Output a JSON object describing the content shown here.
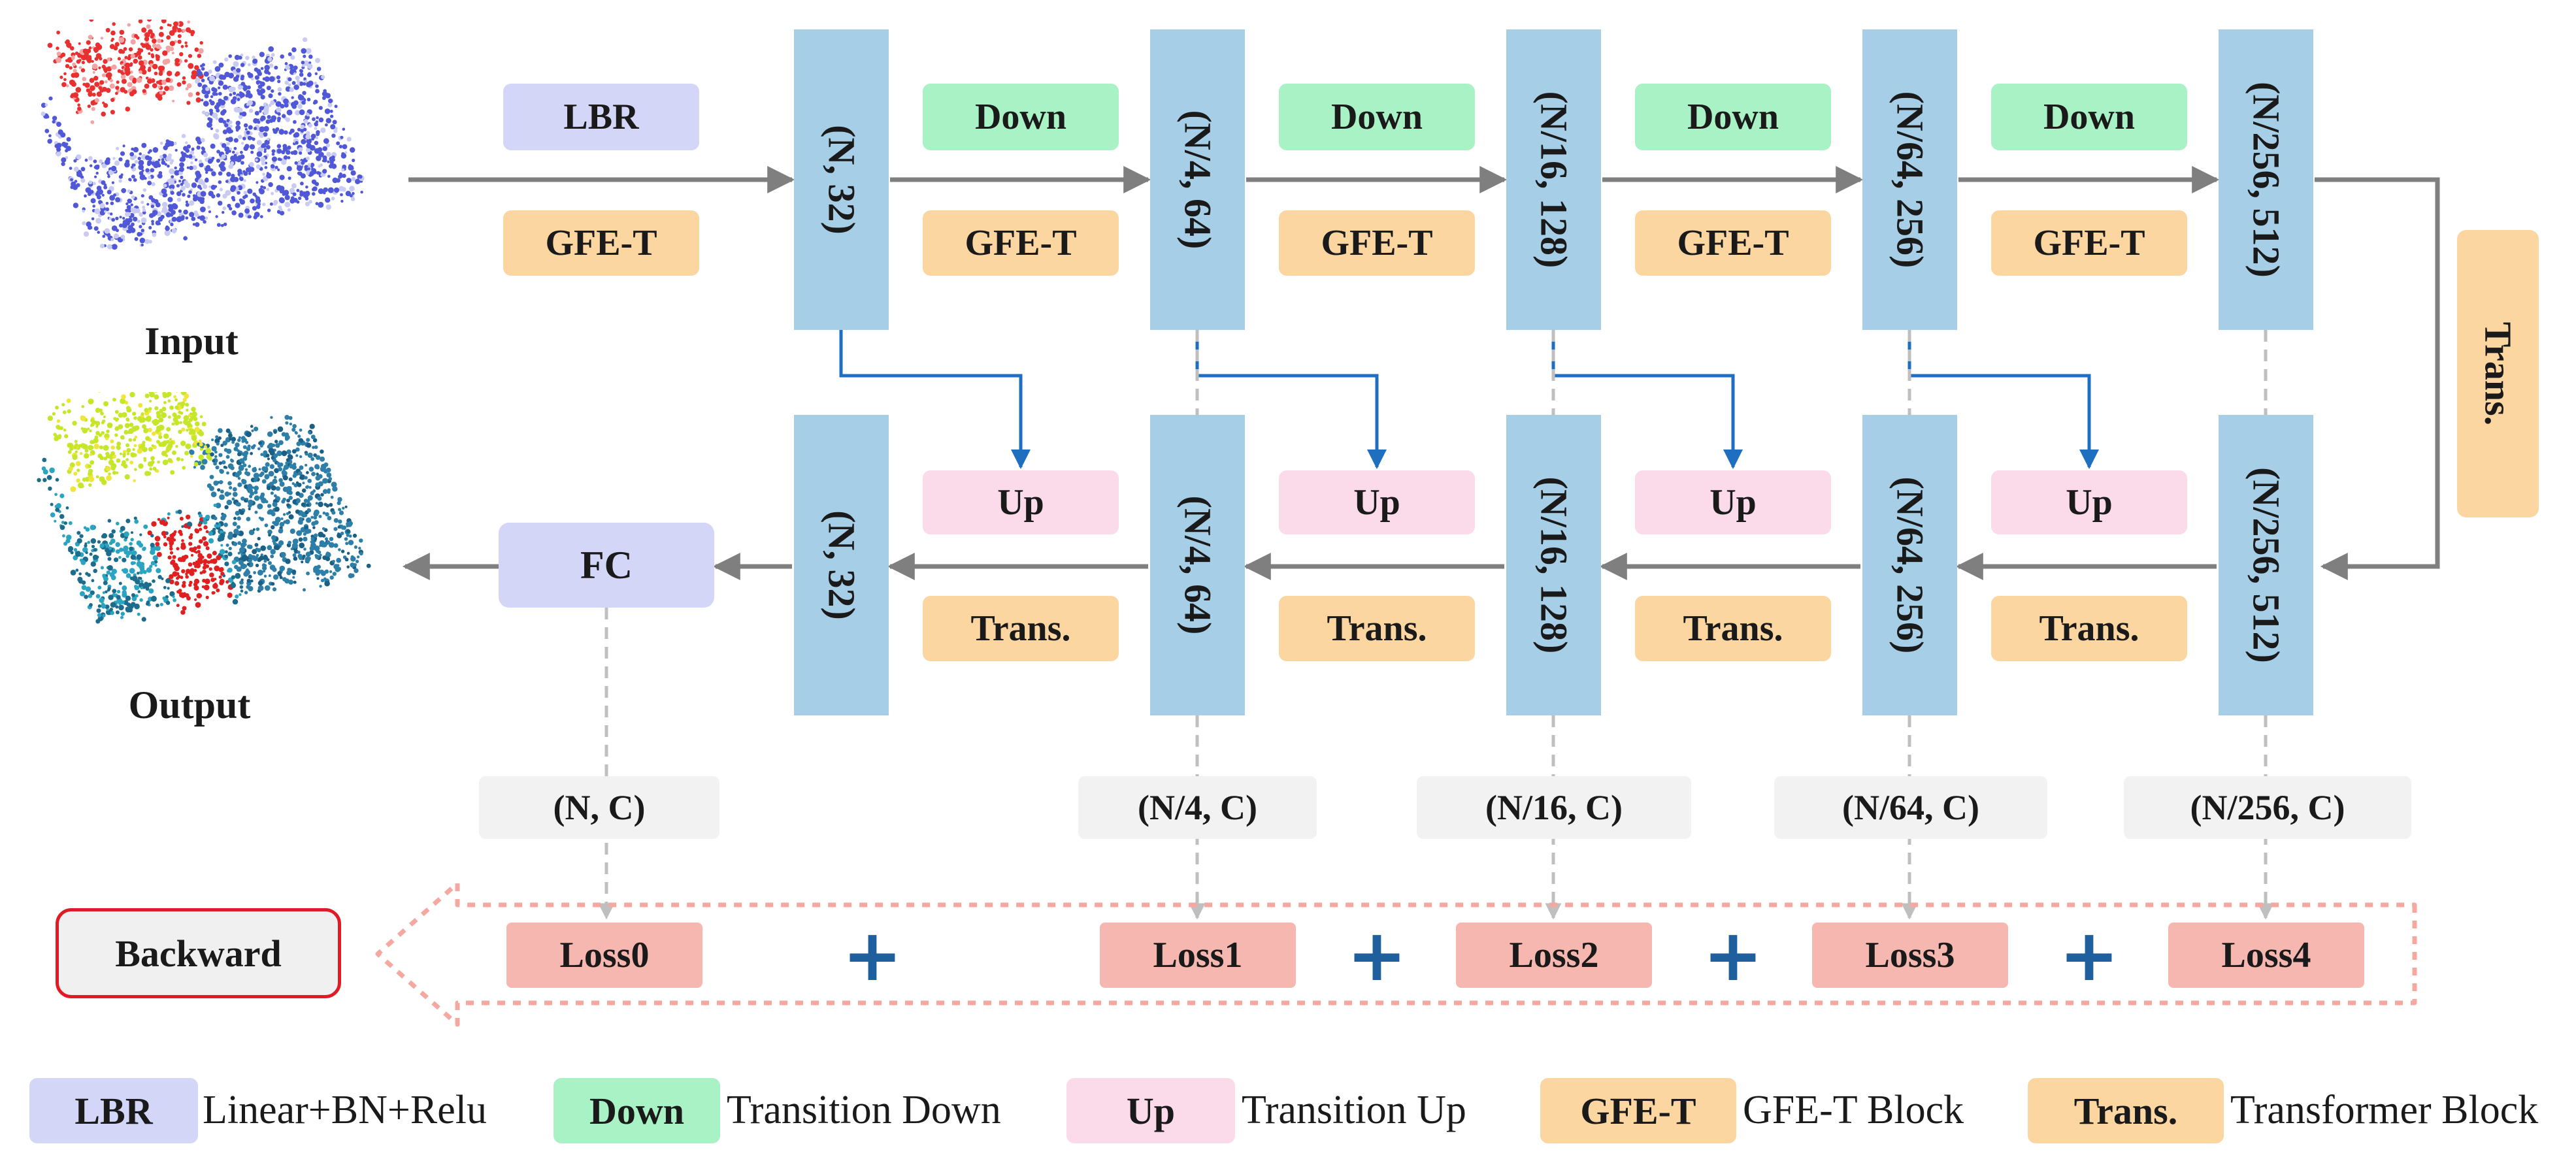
{
  "inputs": {
    "input_label": "Input",
    "output_label": "Output"
  },
  "encoder_blocks": {
    "lbr": "LBR",
    "down": "Down",
    "gfet": "GFE-T"
  },
  "decoder_blocks": {
    "up": "Up",
    "trans": "Trans.",
    "fc": "FC"
  },
  "bottleneck": {
    "trans": "Trans."
  },
  "encoder_shapes": [
    "(N, 32)",
    "(N/4, 64)",
    "(N/16, 128)",
    "(N/64, 256)",
    "(N/256, 512)"
  ],
  "decoder_shapes": [
    "(N, 32)",
    "(N/4, 64)",
    "(N/16, 128)",
    "(N/64, 256)",
    "(N/256, 512)"
  ],
  "output_shapes": [
    "(N, C)",
    "(N/4, C)",
    "(N/16, C)",
    "(N/64, C)",
    "(N/256, C)"
  ],
  "losses": [
    "Loss0",
    "Loss1",
    "Loss2",
    "Loss3",
    "Loss4"
  ],
  "plus_sign": "+",
  "backward": "Backward",
  "legend": [
    {
      "abbr": "LBR",
      "desc": "Linear+BN+Relu",
      "color": "#d4d6f7"
    },
    {
      "abbr": "Down",
      "desc": "Transition Down",
      "color": "#a8f2c6"
    },
    {
      "abbr": "Up",
      "desc": "Transition Up",
      "color": "#fbdaea"
    },
    {
      "abbr": "GFE-T",
      "desc": "GFE-T Block",
      "color": "#fcd6a1"
    },
    {
      "abbr": "Trans.",
      "desc": "Transformer Block",
      "color": "#fcd6a1"
    }
  ],
  "colors": {
    "feature_column": "#a6cee6",
    "arrow": "#7f7f7f",
    "skip_arrow": "#1f6fc0",
    "loss_dashed": "#f5a8a0",
    "backward_border": "#e01b24"
  }
}
